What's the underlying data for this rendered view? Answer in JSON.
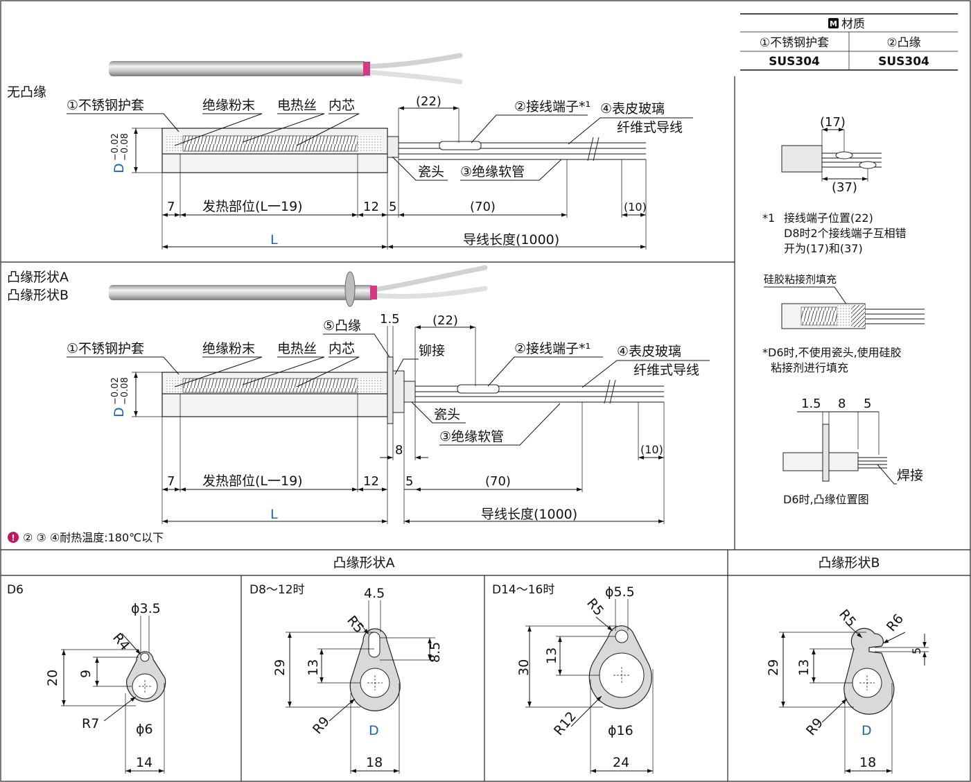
{
  "material_table": {
    "header": "材质",
    "header_icon": "M",
    "columns": [
      "①不锈钢护套",
      "②凸缘"
    ],
    "values": [
      "SUS304",
      "SUS304"
    ]
  },
  "no_flange": {
    "section_title": "无凸缘",
    "labels": {
      "sheath": "①不锈钢护套",
      "insulation_powder": "绝缘粉末",
      "heating_wire": "电热丝",
      "core": "内芯",
      "terminal": "②接线端子*¹",
      "glass_wire_1": "④表皮玻璃",
      "glass_wire_2": "纤维式导线",
      "ceramic_head": "瓷头",
      "insulation_tube": "③绝缘软管",
      "diameter": "D",
      "tol_upper": "−0.02",
      "tol_lower": "−0.08"
    },
    "dims": {
      "d7": "7",
      "heating_part": "发热部位(L一19)",
      "d12": "12",
      "d5": "5",
      "d70": "(70)",
      "d10": "(10)",
      "d22": "(22)",
      "L": "L",
      "lead_length": "导线长度(1000)"
    }
  },
  "flange": {
    "section_title_a": "凸缘形状A",
    "section_title_b": "凸缘形状B",
    "labels": {
      "flange": "⑤凸缘",
      "rivet": "铆接",
      "sheath": "①不锈钢护套",
      "insulation_powder": "绝缘粉末",
      "heating_wire": "电热丝",
      "core": "内芯",
      "terminal": "②接线端子*¹",
      "glass_wire_1": "④表皮玻璃",
      "glass_wire_2": "纤维式导线",
      "ceramic_head": "瓷头",
      "insulation_tube": "③绝缘软管",
      "diameter": "D",
      "tol_upper": "−0.02",
      "tol_lower": "−0.08"
    },
    "dims": {
      "d1_5": "1.5",
      "d22": "(22)",
      "d8": "8",
      "d7": "7",
      "heating_part": "发热部位(L一19)",
      "d12": "12",
      "d5": "5",
      "d70": "(70)",
      "d10": "(10)",
      "L": "L",
      "lead_length": "导线长度(1000)"
    }
  },
  "heat_note": {
    "text": "② ③ ④耐热温度:180℃以下"
  },
  "side": {
    "d17": "(17)",
    "d37": "(37)",
    "note1_mark": "*1",
    "note1_line1": "接线端子位置(22)",
    "note1_line2": "D8时2个接线端子互相错",
    "note1_line3": "开为(17)和(37)",
    "silicone_label": "硅胶粘接剂填充",
    "note2_line1": "*D6时,不使用瓷头,使用硅胶",
    "note2_line2": "粘接剂进行填充",
    "d6_1_5": "1.5",
    "d6_8": "8",
    "d6_5": "5",
    "weld": "焊接",
    "d6_caption": "D6时,凸缘位置图"
  },
  "bottom": {
    "header_a": "凸缘形状A",
    "header_b": "凸缘形状B",
    "panel1": {
      "title": "D6",
      "phi_small": "ϕ3.5",
      "r_small": "R4",
      "h_total": "20",
      "h_center": "9",
      "r_big": "R7",
      "phi_big": "ϕ6",
      "width": "14"
    },
    "panel2": {
      "title": "D8～12时",
      "slot": "4.5",
      "r_small": "R5",
      "h_total": "29",
      "h_center": "13",
      "slot_len": "8.5",
      "r_big": "R9",
      "hole": "D",
      "width": "18"
    },
    "panel3": {
      "title": "D14～16时",
      "phi_small": "ϕ5.5",
      "r_small": "R5",
      "h_total": "30",
      "h_center": "13",
      "r_big": "R12",
      "phi_big": "ϕ16",
      "width": "24"
    },
    "panel4": {
      "r_small": "R5",
      "r_notch": "R6",
      "notch_w": "5",
      "h_total": "29",
      "h_center": "13",
      "r_big": "R9",
      "hole": "D",
      "width": "18"
    }
  },
  "colors": {
    "accent": "#1565b5",
    "heat_icon": "#c2185b",
    "rod": "#b8b8b8",
    "flange_fill": "#d9d9d9"
  }
}
